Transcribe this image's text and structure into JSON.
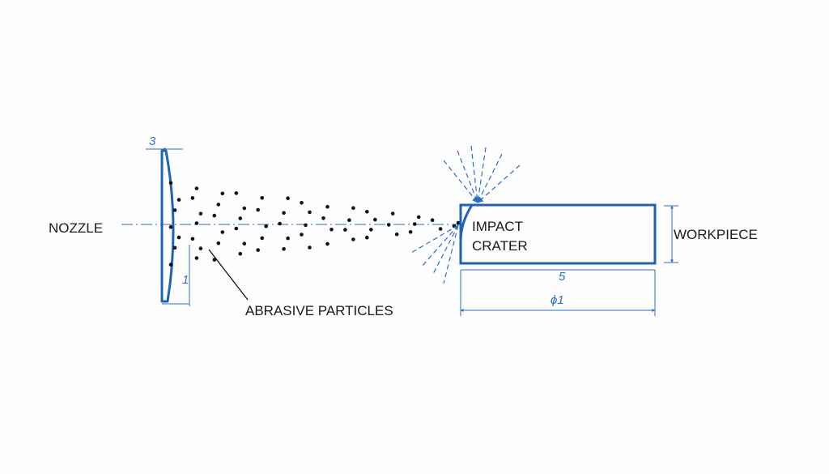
{
  "labels": {
    "nozzle": "NOZZLE",
    "workpiece": "WORKPIECE",
    "abrasive_particles": "ABRASIVE PARTICLES",
    "impact_line1": "IMPACT",
    "impact_line2": "CRATER"
  },
  "dimensions": {
    "nozzle_width": "3",
    "nozzle_offset": "1",
    "workpiece_length": "5",
    "workpiece_diameter": "ϕ1"
  },
  "colors": {
    "line_blue": "#2a6fc4",
    "outline_blue": "#1f63b8",
    "ink": "#111111"
  }
}
